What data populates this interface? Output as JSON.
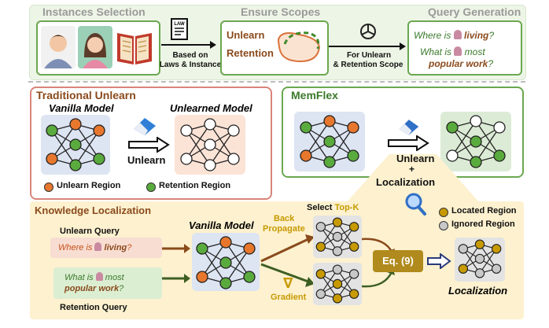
{
  "top": {
    "instances_title": "Instances Selection",
    "scopes_title": "Ensure Scopes",
    "query_title": "Query Generation",
    "based_on": "Based on",
    "laws_instance": "Laws & Instance",
    "law_label": "LAW",
    "unlearn": "Unlearn",
    "retention": "Retention",
    "for_unlearn": "For Unlearn",
    "retention_scope": "& Retention Scope",
    "q1_prefix": "Where is ",
    "q1_em": "living",
    "q1_suffix": "?",
    "q2_prefix": "What is ",
    "q2_mid": " most",
    "q2_em": "popular work",
    "q2_suffix": "?"
  },
  "traditional": {
    "title": "Traditional Unlearn",
    "vanilla": "Vanilla Model",
    "unlearned": "Unlearned Model",
    "arrow_label": "Unlearn",
    "legend_unlearn": "Unlearn Region",
    "legend_retention": "Retention Region"
  },
  "memflex": {
    "title": "MemFlex",
    "unlearn": "Unlearn",
    "plus": "+",
    "localization": "Localization"
  },
  "knowledge": {
    "title": "Knowledge Localization",
    "unlearn_query": "Unlearn Query",
    "retention_query": "Retention Query",
    "vanilla": "Vanilla Model",
    "back": "Back",
    "propagate": "Propagate",
    "gradient": "Gradient",
    "nabla": "∇",
    "select_prefix": "Select ",
    "select_topk": "Top-K",
    "eq": "Eq. (9)",
    "localization": "Localization",
    "legend_located": "Located Region",
    "legend_ignored": "Ignored Region"
  },
  "colors": {
    "orange": "#e8772e",
    "green": "#5aab3e",
    "gold": "#c79a00",
    "grey": "#c8c8c8",
    "brown": "#8a4a1c",
    "darkgreen": "#3d5e23"
  }
}
